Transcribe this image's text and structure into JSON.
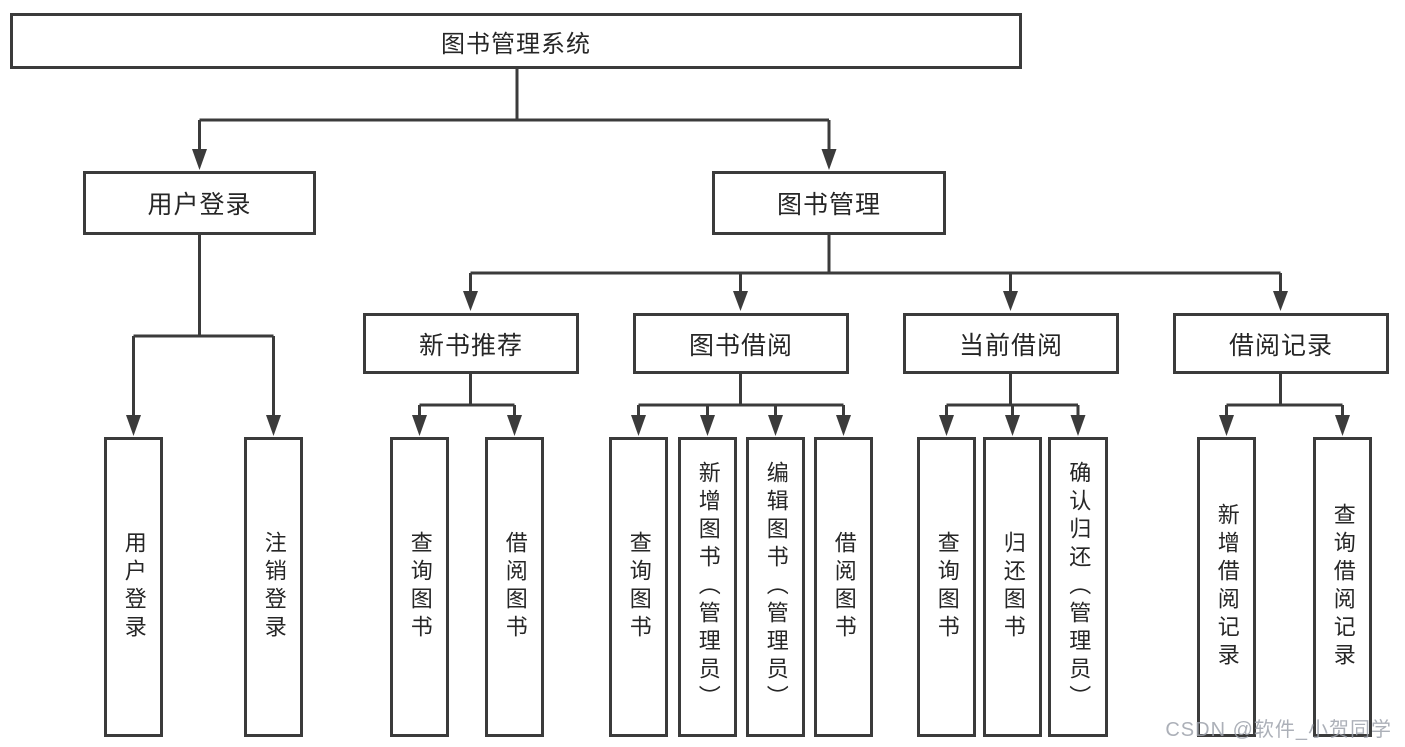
{
  "diagram": {
    "root": {
      "label": "图书管理系统"
    },
    "branches": [
      {
        "label": "用户登录",
        "leaves": [
          "用户登录",
          "注销登录"
        ]
      },
      {
        "label": "图书管理",
        "groups": [
          {
            "label": "新书推荐",
            "leaves": [
              "查询图书",
              "借阅图书"
            ]
          },
          {
            "label": "图书借阅",
            "leaves": [
              "查询图书",
              "新增图书（管理员）",
              "编辑图书（管理员）",
              "借阅图书"
            ]
          },
          {
            "label": "当前借阅",
            "leaves": [
              "查询图书",
              "归还图书",
              "确认归还（管理员）"
            ]
          },
          {
            "label": "借阅记录",
            "leaves": [
              "新增借阅记录",
              "查询借阅记录"
            ]
          }
        ]
      }
    ]
  },
  "watermark": {
    "text": "CSDN @软件_小贺同学"
  },
  "colors": {
    "line": "#3b3b3b",
    "box_border": "#3b3b3b",
    "text": "#262626",
    "watermark": "#9ea2ac",
    "background": "#ffffff"
  }
}
